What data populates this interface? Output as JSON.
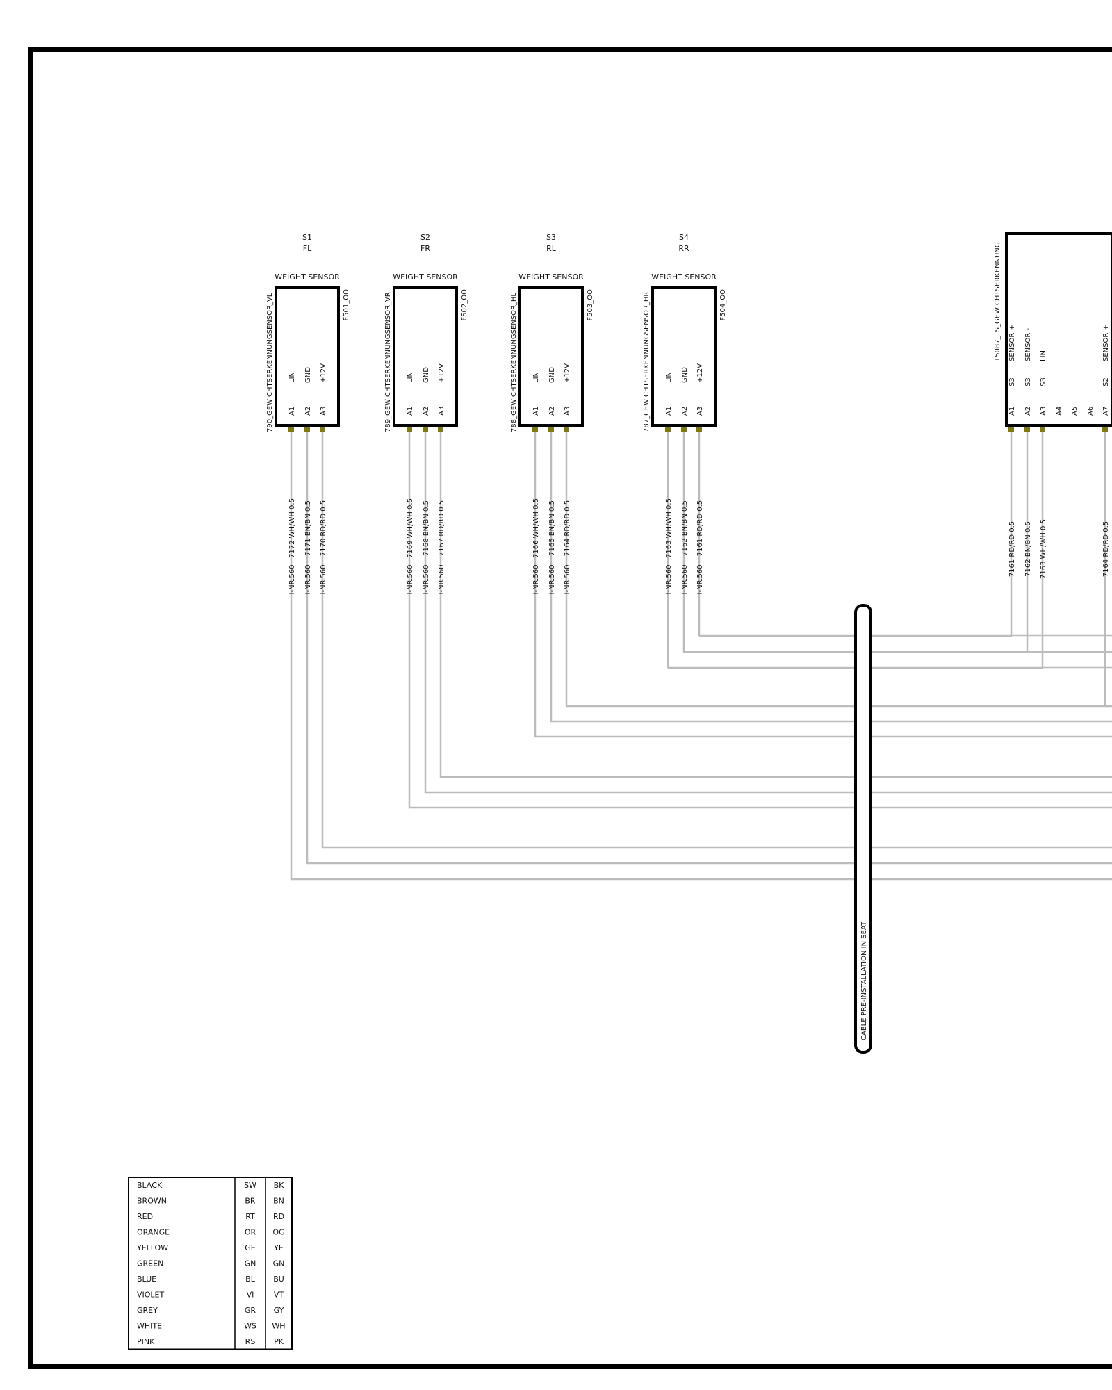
{
  "sensors": [
    {
      "slot": "S1",
      "pos": "FL",
      "type": "WEIGHT SENSOR",
      "name": "790_GEWICHTSERKENNUNGSENSOR_VL",
      "ref": "F501_OO",
      "pins": [
        {
          "pin": "A1",
          "func": "LIN",
          "wire": "7172 WH/WH 0.5",
          "inr": "I-NR.560"
        },
        {
          "pin": "A2",
          "func": "GND",
          "wire": "7171 BN/BN 0.5",
          "inr": "I-NR.560"
        },
        {
          "pin": "A3",
          "func": "+12V",
          "wire": "7170 RD/RD 0.5",
          "inr": "I-NR.560"
        }
      ]
    },
    {
      "slot": "S2",
      "pos": "FR",
      "type": "WEIGHT SENSOR",
      "name": "789_GEWICHTSERKENNUNGSENSOR_VR",
      "ref": "F502_OO",
      "pins": [
        {
          "pin": "A1",
          "func": "LIN",
          "wire": "7169 WH/WH 0.5",
          "inr": "I-NR.560"
        },
        {
          "pin": "A2",
          "func": "GND",
          "wire": "7168 BN/BN 0.5",
          "inr": "I-NR.560"
        },
        {
          "pin": "A3",
          "func": "+12V",
          "wire": "7167 RD/RD 0.5",
          "inr": "I-NR.560"
        }
      ]
    },
    {
      "slot": "S3",
      "pos": "RL",
      "type": "WEIGHT SENSOR",
      "name": "788_GEWICHTSERKENNUNGSENSOR_HL",
      "ref": "F503_OO",
      "pins": [
        {
          "pin": "A1",
          "func": "LIN",
          "wire": "7166 WH/WH 0.5",
          "inr": "I-NR.560"
        },
        {
          "pin": "A2",
          "func": "GND",
          "wire": "7165 BN/BN 0.5",
          "inr": "I-NR.560"
        },
        {
          "pin": "A3",
          "func": "+12V",
          "wire": "7164 RD/RD 0.5",
          "inr": "I-NR.560"
        }
      ]
    },
    {
      "slot": "S4",
      "pos": "RR",
      "type": "WEIGHT SENSOR",
      "name": "787_GEWICHTSERKENNUNGSENSOR_HR",
      "ref": "F504_OO",
      "pins": [
        {
          "pin": "A1",
          "func": "LIN",
          "wire": "7163 WH/WH 0.5",
          "inr": "I-NR.560"
        },
        {
          "pin": "A2",
          "func": "GND",
          "wire": "7162 BN/BN 0.5",
          "inr": "I-NR.560"
        },
        {
          "pin": "A3",
          "func": "+12V",
          "wire": "7161 RD/RD 0.5",
          "inr": "I-NR.560"
        }
      ]
    }
  ],
  "ecu": {
    "name": "T5087_TS_GEWICHTSERKENNUNG",
    "pins": [
      {
        "pin": "A1",
        "sub": "S3",
        "func": "SENSOR +",
        "wire": "7161 RD/RD 0.5"
      },
      {
        "pin": "A2",
        "sub": "S3",
        "func": "SENSOR -",
        "wire": "7162 BN/BN 0.5"
      },
      {
        "pin": "A3",
        "sub": "S3",
        "func": "LIN",
        "wire": "7163 WH/WH 0.5"
      },
      {
        "pin": "A4",
        "sub": "",
        "func": "",
        "wire": ""
      },
      {
        "pin": "A5",
        "sub": "",
        "func": "",
        "wire": ""
      },
      {
        "pin": "A6",
        "sub": "",
        "func": "",
        "wire": ""
      },
      {
        "pin": "A7",
        "sub": "S2",
        "func": "SENSOR +",
        "wire": "7164 RD/RD 0.5"
      }
    ]
  },
  "cable_label": "CABLE PRE-INSTALLATION   IN SEAT",
  "legend": [
    {
      "name": "BLACK",
      "de": "SW",
      "en": "BK"
    },
    {
      "name": "BROWN",
      "de": "BR",
      "en": "BN"
    },
    {
      "name": "RED",
      "de": "RT",
      "en": "RD"
    },
    {
      "name": "ORANGE",
      "de": "OR",
      "en": "OG"
    },
    {
      "name": "YELLOW",
      "de": "GE",
      "en": "YE"
    },
    {
      "name": "GREEN",
      "de": "GN",
      "en": "GN"
    },
    {
      "name": "BLUE",
      "de": "BL",
      "en": "BU"
    },
    {
      "name": "VIOLET",
      "de": "VI",
      "en": "VT"
    },
    {
      "name": "GREY",
      "de": "GR",
      "en": "GY"
    },
    {
      "name": "WHITE",
      "de": "WS",
      "en": "WH"
    },
    {
      "name": "PINK",
      "de": "RS",
      "en": "PK"
    }
  ],
  "colors": {
    "frame": "#000000",
    "wire": "#bcbcbc",
    "pin": "#7f7a12"
  }
}
